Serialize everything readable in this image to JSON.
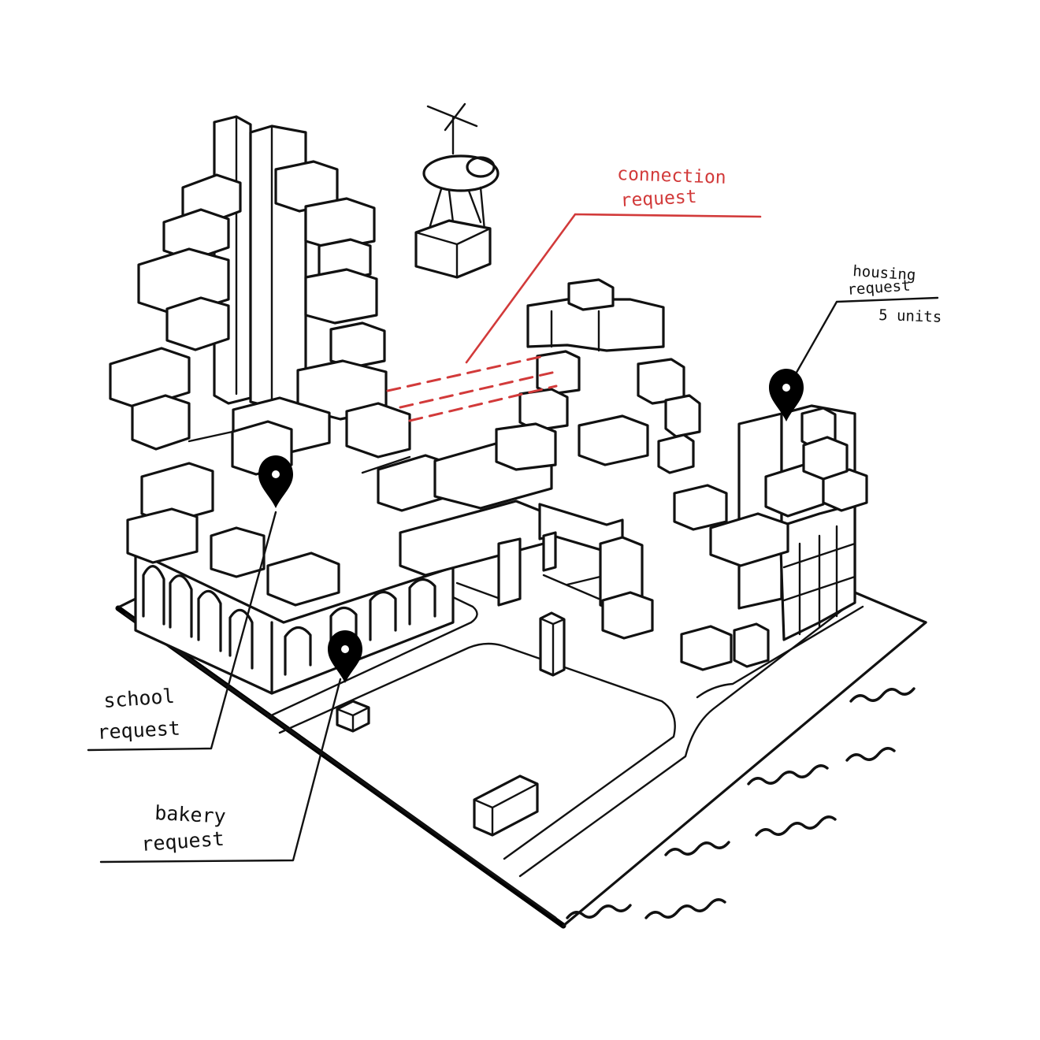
{
  "labels": {
    "connection": [
      "connection",
      "request"
    ],
    "housing": [
      "housing",
      "request",
      "5 units"
    ],
    "school": [
      "school",
      "request"
    ],
    "bakery": [
      "bakery",
      "request"
    ]
  },
  "colors": {
    "ink": "#111111",
    "accent": "#d23a3a",
    "background": "#ffffff"
  },
  "icons": [
    "map-pin-icon",
    "drone-icon"
  ]
}
